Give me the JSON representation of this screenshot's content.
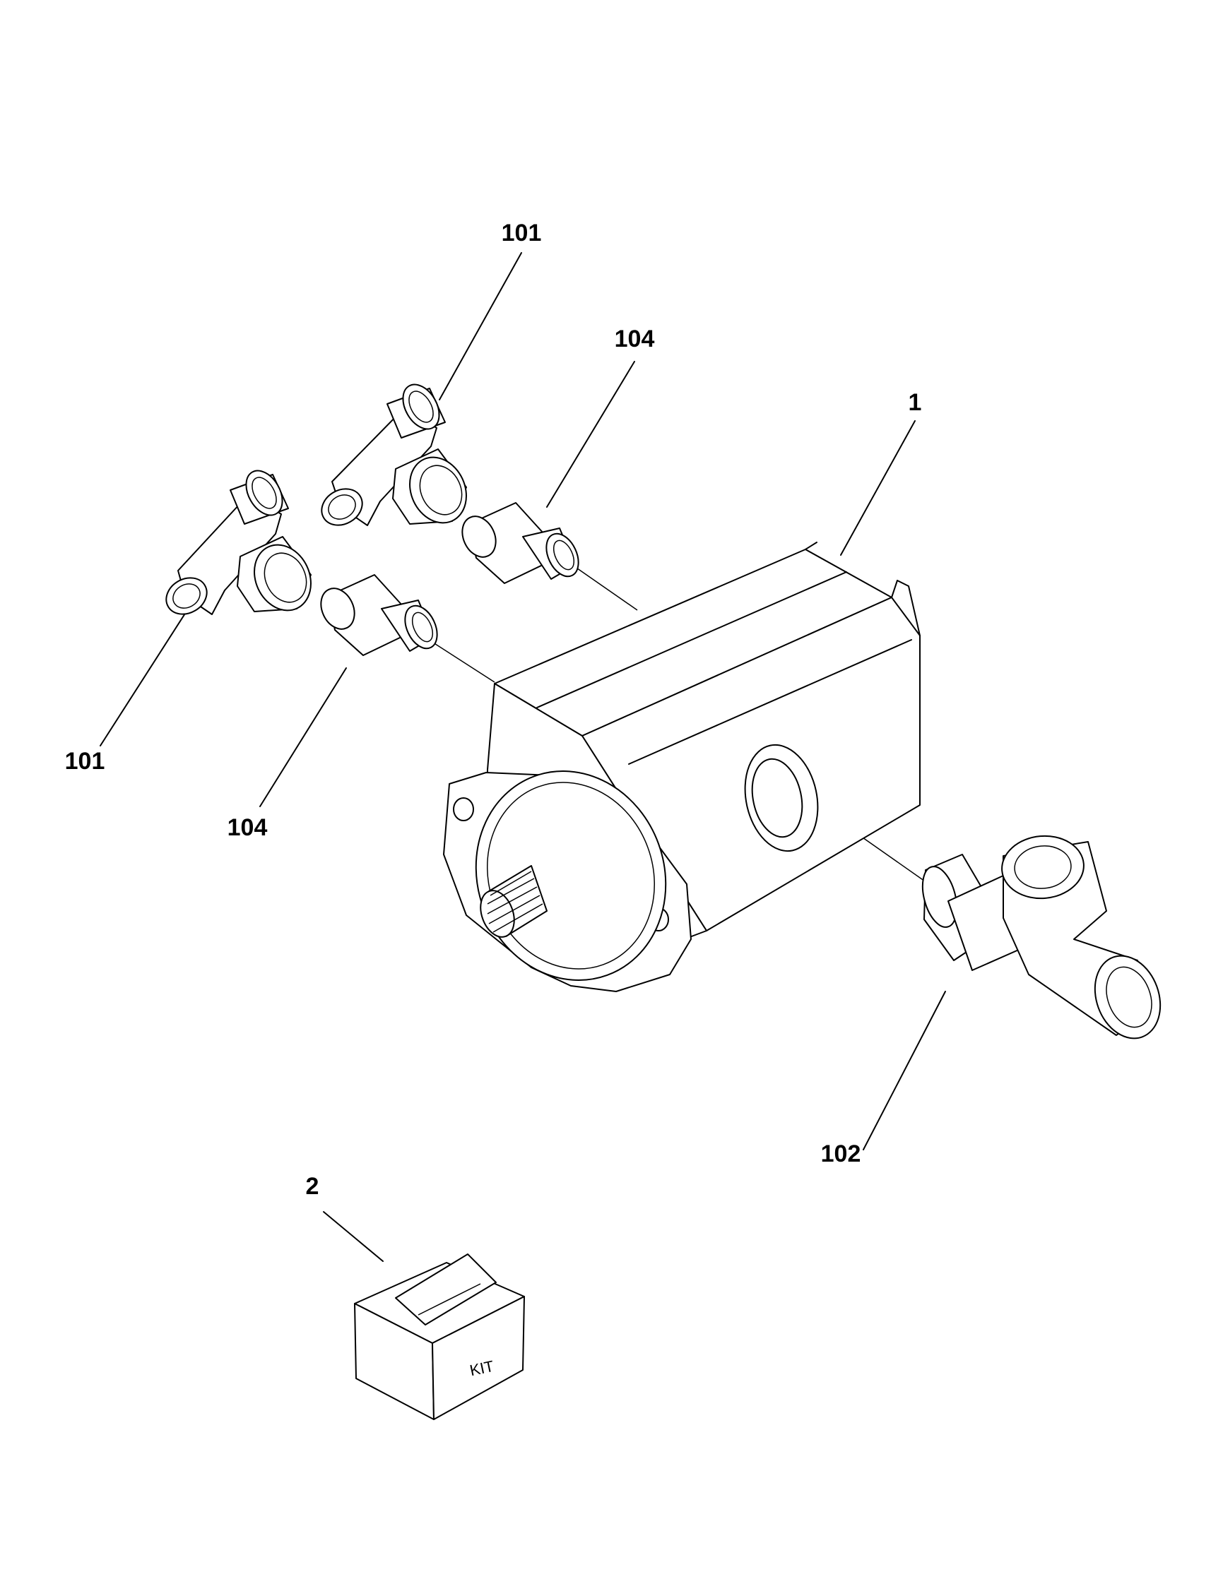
{
  "callouts": {
    "c101_top": "101",
    "c104_top": "104",
    "c1": "1",
    "c101_left": "101",
    "c104_left": "104",
    "c102": "102",
    "c2": "2"
  },
  "kit_text": "KIT"
}
